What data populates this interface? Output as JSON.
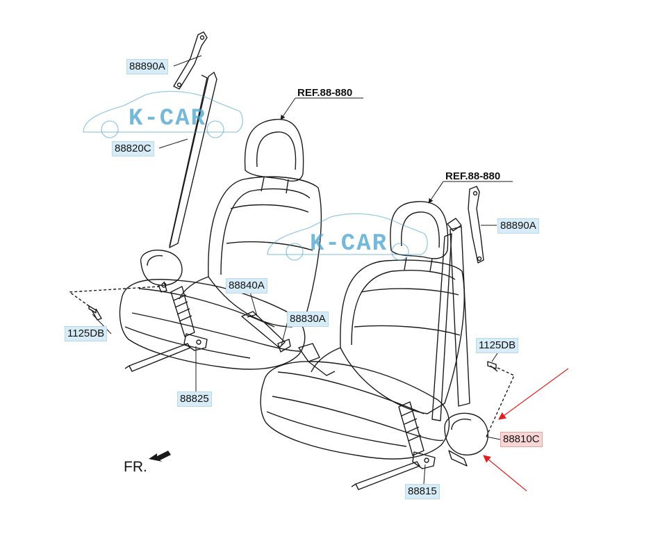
{
  "watermark": {
    "text": "K-CAR",
    "color": "#46a0cd"
  },
  "references": {
    "left": "REF.88-880",
    "right": "REF.88-880"
  },
  "direction": "FR.",
  "parts": {
    "anchor_upper_left": "88890A",
    "belt_left": "88820C",
    "bolt_left": "1125DB",
    "buckle_left": "88825",
    "buckle_a": "88840A",
    "buckle_b": "88830A",
    "anchor_upper_right": "88890A",
    "bolt_right": "1125DB",
    "retractor_right": "88810C",
    "buckle_right": "88815"
  },
  "colors": {
    "line": "#1a1a1a",
    "label_bg": "#d7ecf7",
    "highlight_bg": "#f9d6d6",
    "arrow": "#e02020"
  }
}
